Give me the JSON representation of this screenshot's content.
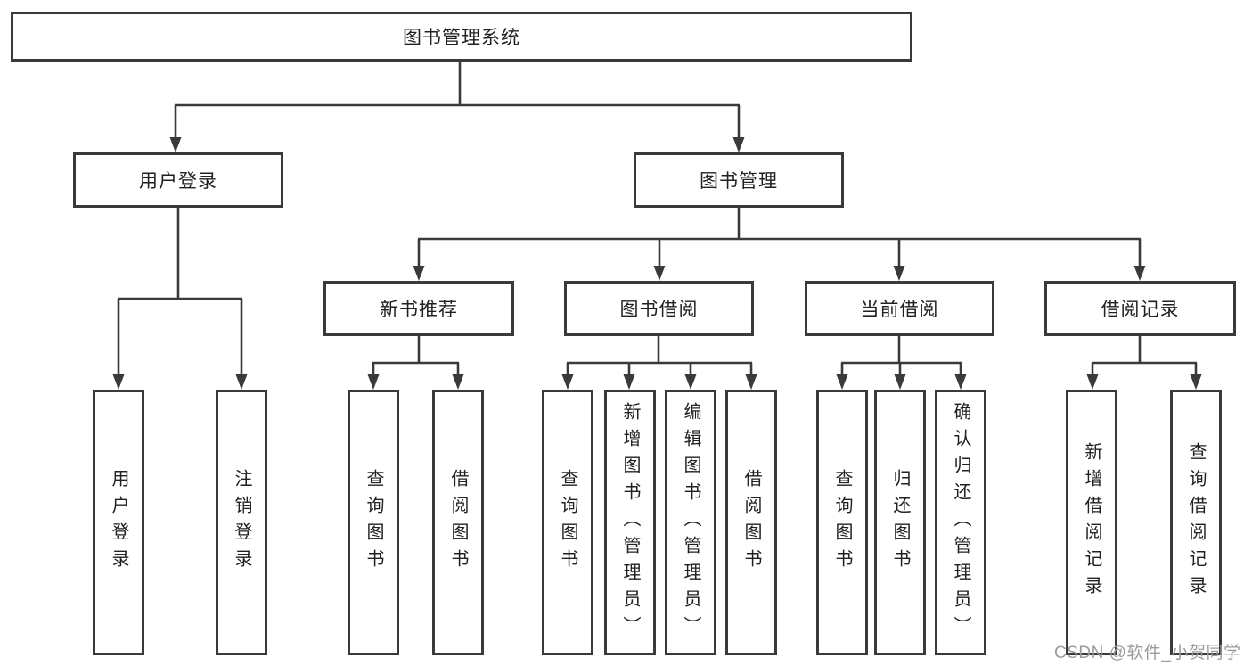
{
  "root": {
    "label": "图书管理系统"
  },
  "login": {
    "label": "用户登录",
    "children": [
      {
        "label": "用户登录"
      },
      {
        "label": "注销登录"
      }
    ]
  },
  "mgmt": {
    "label": "图书管理",
    "groups": [
      {
        "label": "新书推荐",
        "children": [
          {
            "label": "查询图书"
          },
          {
            "label": "借阅图书"
          }
        ]
      },
      {
        "label": "图书借阅",
        "children": [
          {
            "label": "查询图书"
          },
          {
            "label": "新增图书（管理员）"
          },
          {
            "label": "编辑图书（管理员）"
          },
          {
            "label": "借阅图书"
          }
        ]
      },
      {
        "label": "当前借阅",
        "children": [
          {
            "label": "查询图书"
          },
          {
            "label": "归还图书"
          },
          {
            "label": "确认归还（管理员）"
          }
        ]
      },
      {
        "label": "借阅记录",
        "children": [
          {
            "label": "新增借阅记录"
          },
          {
            "label": "查询借阅记录"
          }
        ]
      }
    ]
  },
  "watermark": {
    "text": "CSDN @软件_小贺同学"
  },
  "colors": {
    "line": "#3a3a3a",
    "text": "#212121",
    "background": "#ffffff",
    "watermark": "#9c9c9c"
  }
}
